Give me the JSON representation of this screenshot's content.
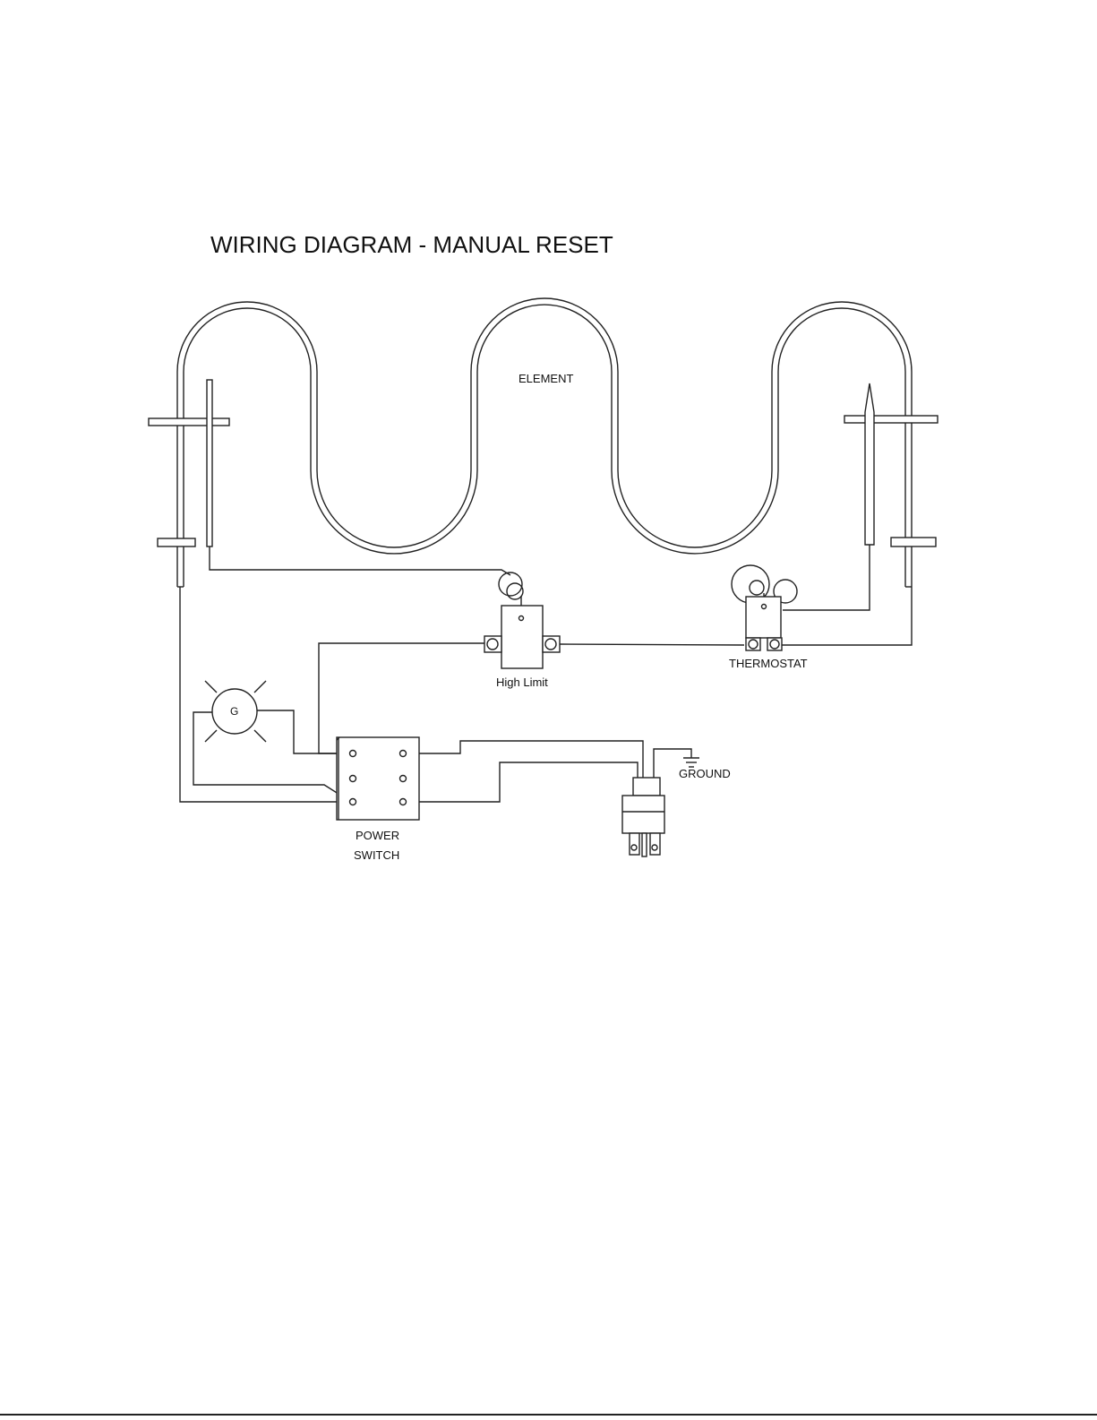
{
  "title": "WIRING DIAGRAM - MANUAL RESET",
  "labels": {
    "element": "ELEMENT",
    "high_limit": "High Limit",
    "thermostat": "THERMOSTAT",
    "ground": "GROUND",
    "power_switch_line1": "POWER",
    "power_switch_line2": "SWITCH",
    "indicator_light": "G"
  },
  "colors": {
    "line": "#222222",
    "background": "#ffffff"
  }
}
